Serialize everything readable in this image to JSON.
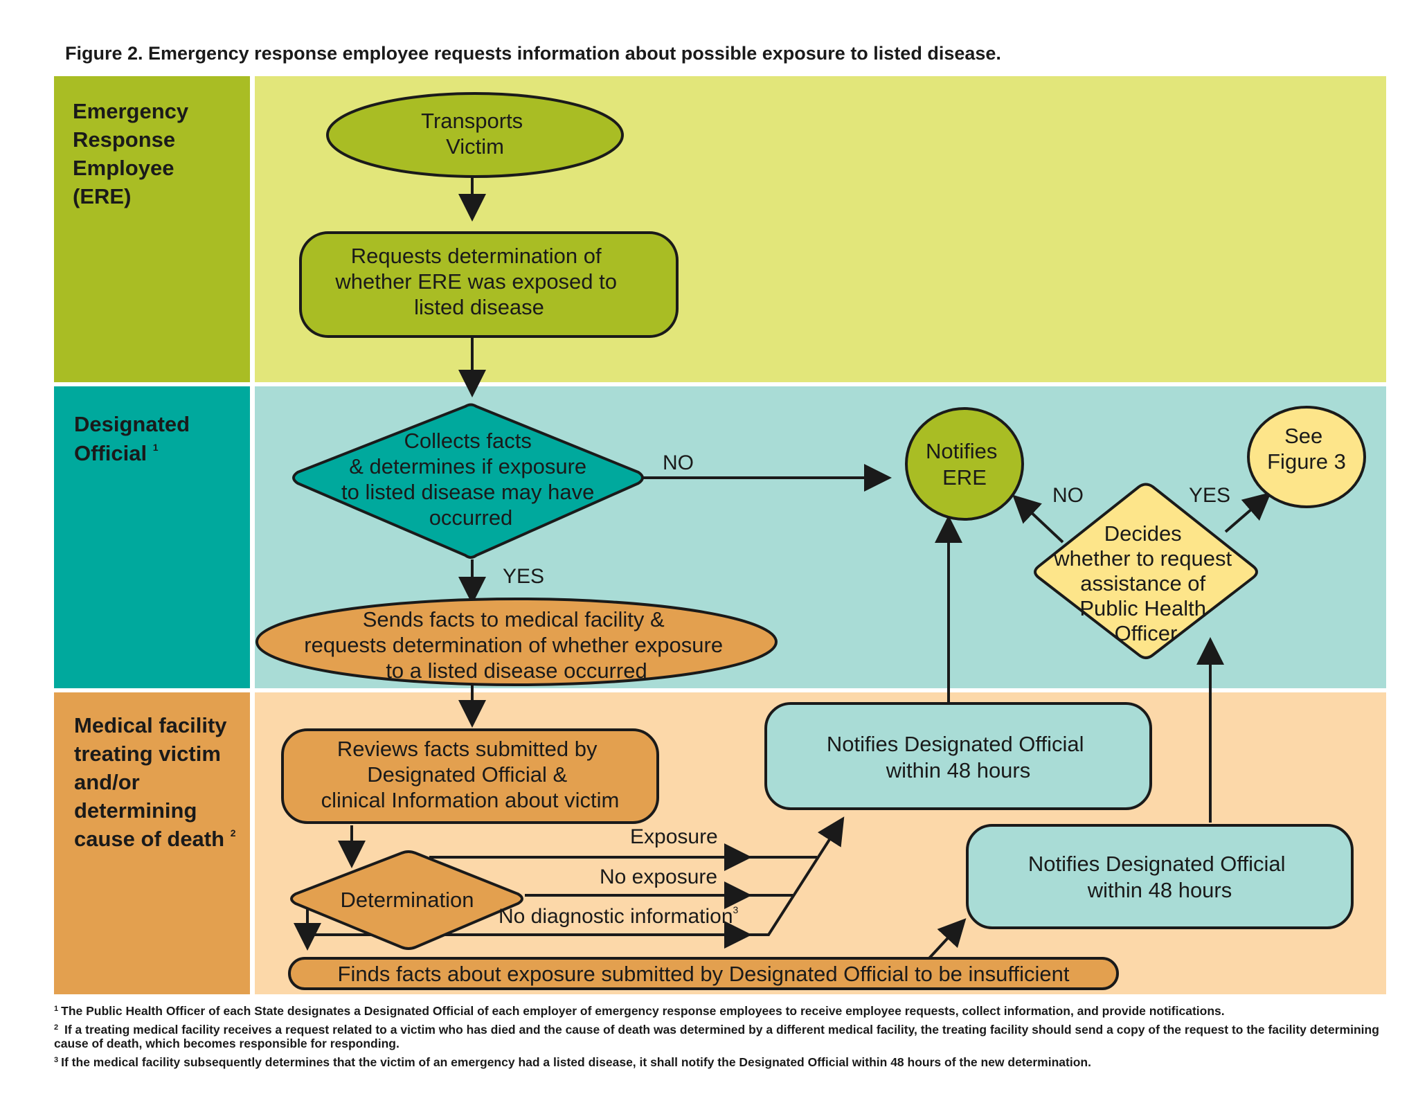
{
  "title": "Figure 2.  Emergency response employee requests information about possible exposure to listed disease.",
  "colors": {
    "ere_label_bg": "#a9bd24",
    "ere_lane_bg": "#e2e67a",
    "do_label_bg": "#00a99d",
    "do_lane_bg": "#a9dcd6",
    "med_label_bg": "#e3a04f",
    "med_lane_bg": "#fcd8a9",
    "green_node": "#a9bd24",
    "teal_node": "#00a99d",
    "orange_node": "#e3a04f",
    "light_teal_node": "#a9dcd6",
    "yellow_node": "#fde58a",
    "stroke": "#1a1a1a"
  },
  "lanes": [
    {
      "id": "ere",
      "label_lines": [
        "Emergency",
        "Response",
        "Employee",
        "(ERE)"
      ]
    },
    {
      "id": "designated-official",
      "label_lines": [
        "Designated",
        "Official"
      ],
      "label_footnote": "1"
    },
    {
      "id": "medical-facility",
      "label_lines": [
        "Medical facility",
        "treating victim",
        "and/or",
        "determining",
        "cause of death"
      ],
      "label_footnote": "2"
    }
  ],
  "nodes": {
    "transports_victim": {
      "shape": "ellipse",
      "lines": [
        "Transports",
        "Victim"
      ]
    },
    "requests_determination": {
      "shape": "rounded-rect",
      "lines": [
        "Requests determination of",
        "whether ERE was exposed to",
        "listed disease"
      ]
    },
    "collects_facts": {
      "shape": "diamond",
      "lines": [
        "Collects facts",
        "& determines if exposure",
        "to listed disease may have",
        "occurred"
      ]
    },
    "notifies_ere": {
      "shape": "circle",
      "lines": [
        "Notifies",
        "ERE"
      ]
    },
    "see_figure_3": {
      "shape": "circle",
      "lines": [
        "See",
        "Figure 3"
      ]
    },
    "decides_assistance": {
      "shape": "diamond",
      "lines": [
        "Decides",
        "whether to request",
        "assistance of",
        "Public Health",
        "Officer"
      ]
    },
    "sends_facts": {
      "shape": "ellipse",
      "lines": [
        "Sends facts to medical facility &",
        "requests determination of whether exposure",
        "to a listed disease occurred"
      ]
    },
    "reviews_facts": {
      "shape": "rounded-rect",
      "lines": [
        "Reviews facts submitted by",
        "Designated Official &",
        "clinical Information about victim"
      ]
    },
    "notifies_do_1": {
      "shape": "rounded-rect",
      "lines": [
        "Notifies Designated Official",
        "within 48 hours"
      ]
    },
    "notifies_do_2": {
      "shape": "rounded-rect",
      "lines": [
        "Notifies Designated Official",
        "within 48 hours"
      ]
    },
    "determination": {
      "shape": "diamond",
      "lines": [
        "Determination"
      ]
    },
    "finds_facts_insufficient": {
      "shape": "ellipse",
      "lines": [
        "Finds facts about exposure submitted by Designated Official to be insufficient"
      ]
    }
  },
  "edge_labels": {
    "no_1": "NO",
    "yes_1": "YES",
    "no_2": "NO",
    "yes_2": "YES",
    "exposure": "Exposure",
    "no_exposure": "No exposure",
    "no_diagnostic": "No diagnostic information",
    "no_diagnostic_footnote": "3"
  },
  "footnotes": [
    {
      "mark": "1",
      "text": "The Public Health Officer of each State designates a Designated Official of each employer of emergency response employees to receive employee requests, collect information, and provide notifications."
    },
    {
      "mark": "2",
      "text": " If a treating medical facility receives a request related to a victim who has died and the cause of death was determined by a different medical facility, the treating facility should send a copy of the request to the facility determining cause of death, which becomes responsible for responding."
    },
    {
      "mark": "3",
      "text": "If the medical facility subsequently determines that the victim of an emergency had a listed disease, it shall notify the Designated Official within 48 hours of the new determination."
    }
  ]
}
